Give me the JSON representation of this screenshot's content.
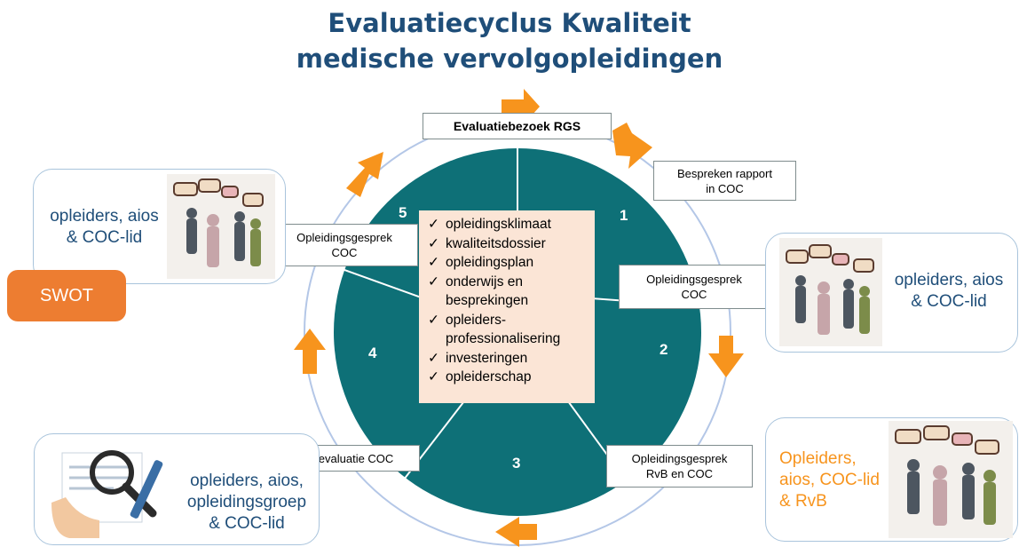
{
  "title": {
    "line1": "Evaluatiecyclus Kwaliteit",
    "line2": "medische vervolgopleidingen"
  },
  "steps": {
    "top": "Evaluatiebezoek RGS",
    "bespreken": [
      "Bespreken rapport",
      "in COC"
    ],
    "og_right": [
      "Opleidingsgesprek",
      "COC"
    ],
    "og_rvb": [
      "Opleidingsgesprek",
      "RvB en COC"
    ],
    "interne": "Interne evaluatie COC",
    "og_left": [
      "Opleidingsgesprek",
      "COC"
    ]
  },
  "numbers": [
    "1",
    "2",
    "3",
    "4",
    "5"
  ],
  "checklist": [
    "opleidingsklimaat",
    "kwaliteitsdossier",
    "opleidingsplan",
    "onderwijs en\nbesprekingen",
    "opleiders-\nprofessionalisering",
    "investeringen",
    "opleiderschap"
  ],
  "cards": {
    "top_left": [
      "opleiders, aios",
      "& COC-lid"
    ],
    "right": [
      "opleiders, aios",
      "& COC-lid"
    ],
    "bottom_right": [
      "Opleiders,",
      "aios, COC-lid",
      "& RvB"
    ],
    "bottom_left": [
      "opleiders, aios,",
      "opleidingsgroep",
      "& COC-lid"
    ]
  },
  "swot": "SWOT",
  "colors": {
    "title": "#1f4e79",
    "circle": "#0e7077",
    "arrow": "#f7941d",
    "swot": "#ed7d31",
    "checklist_bg": "#fbe5d6",
    "card_text": "#1f4e79",
    "card_text_orange": "#f7941d"
  },
  "icons": {
    "discussion_group": "discussion-group-icon",
    "magnifier_document": "magnifier-document-icon",
    "arrow": "cycle-arrow-icon"
  }
}
